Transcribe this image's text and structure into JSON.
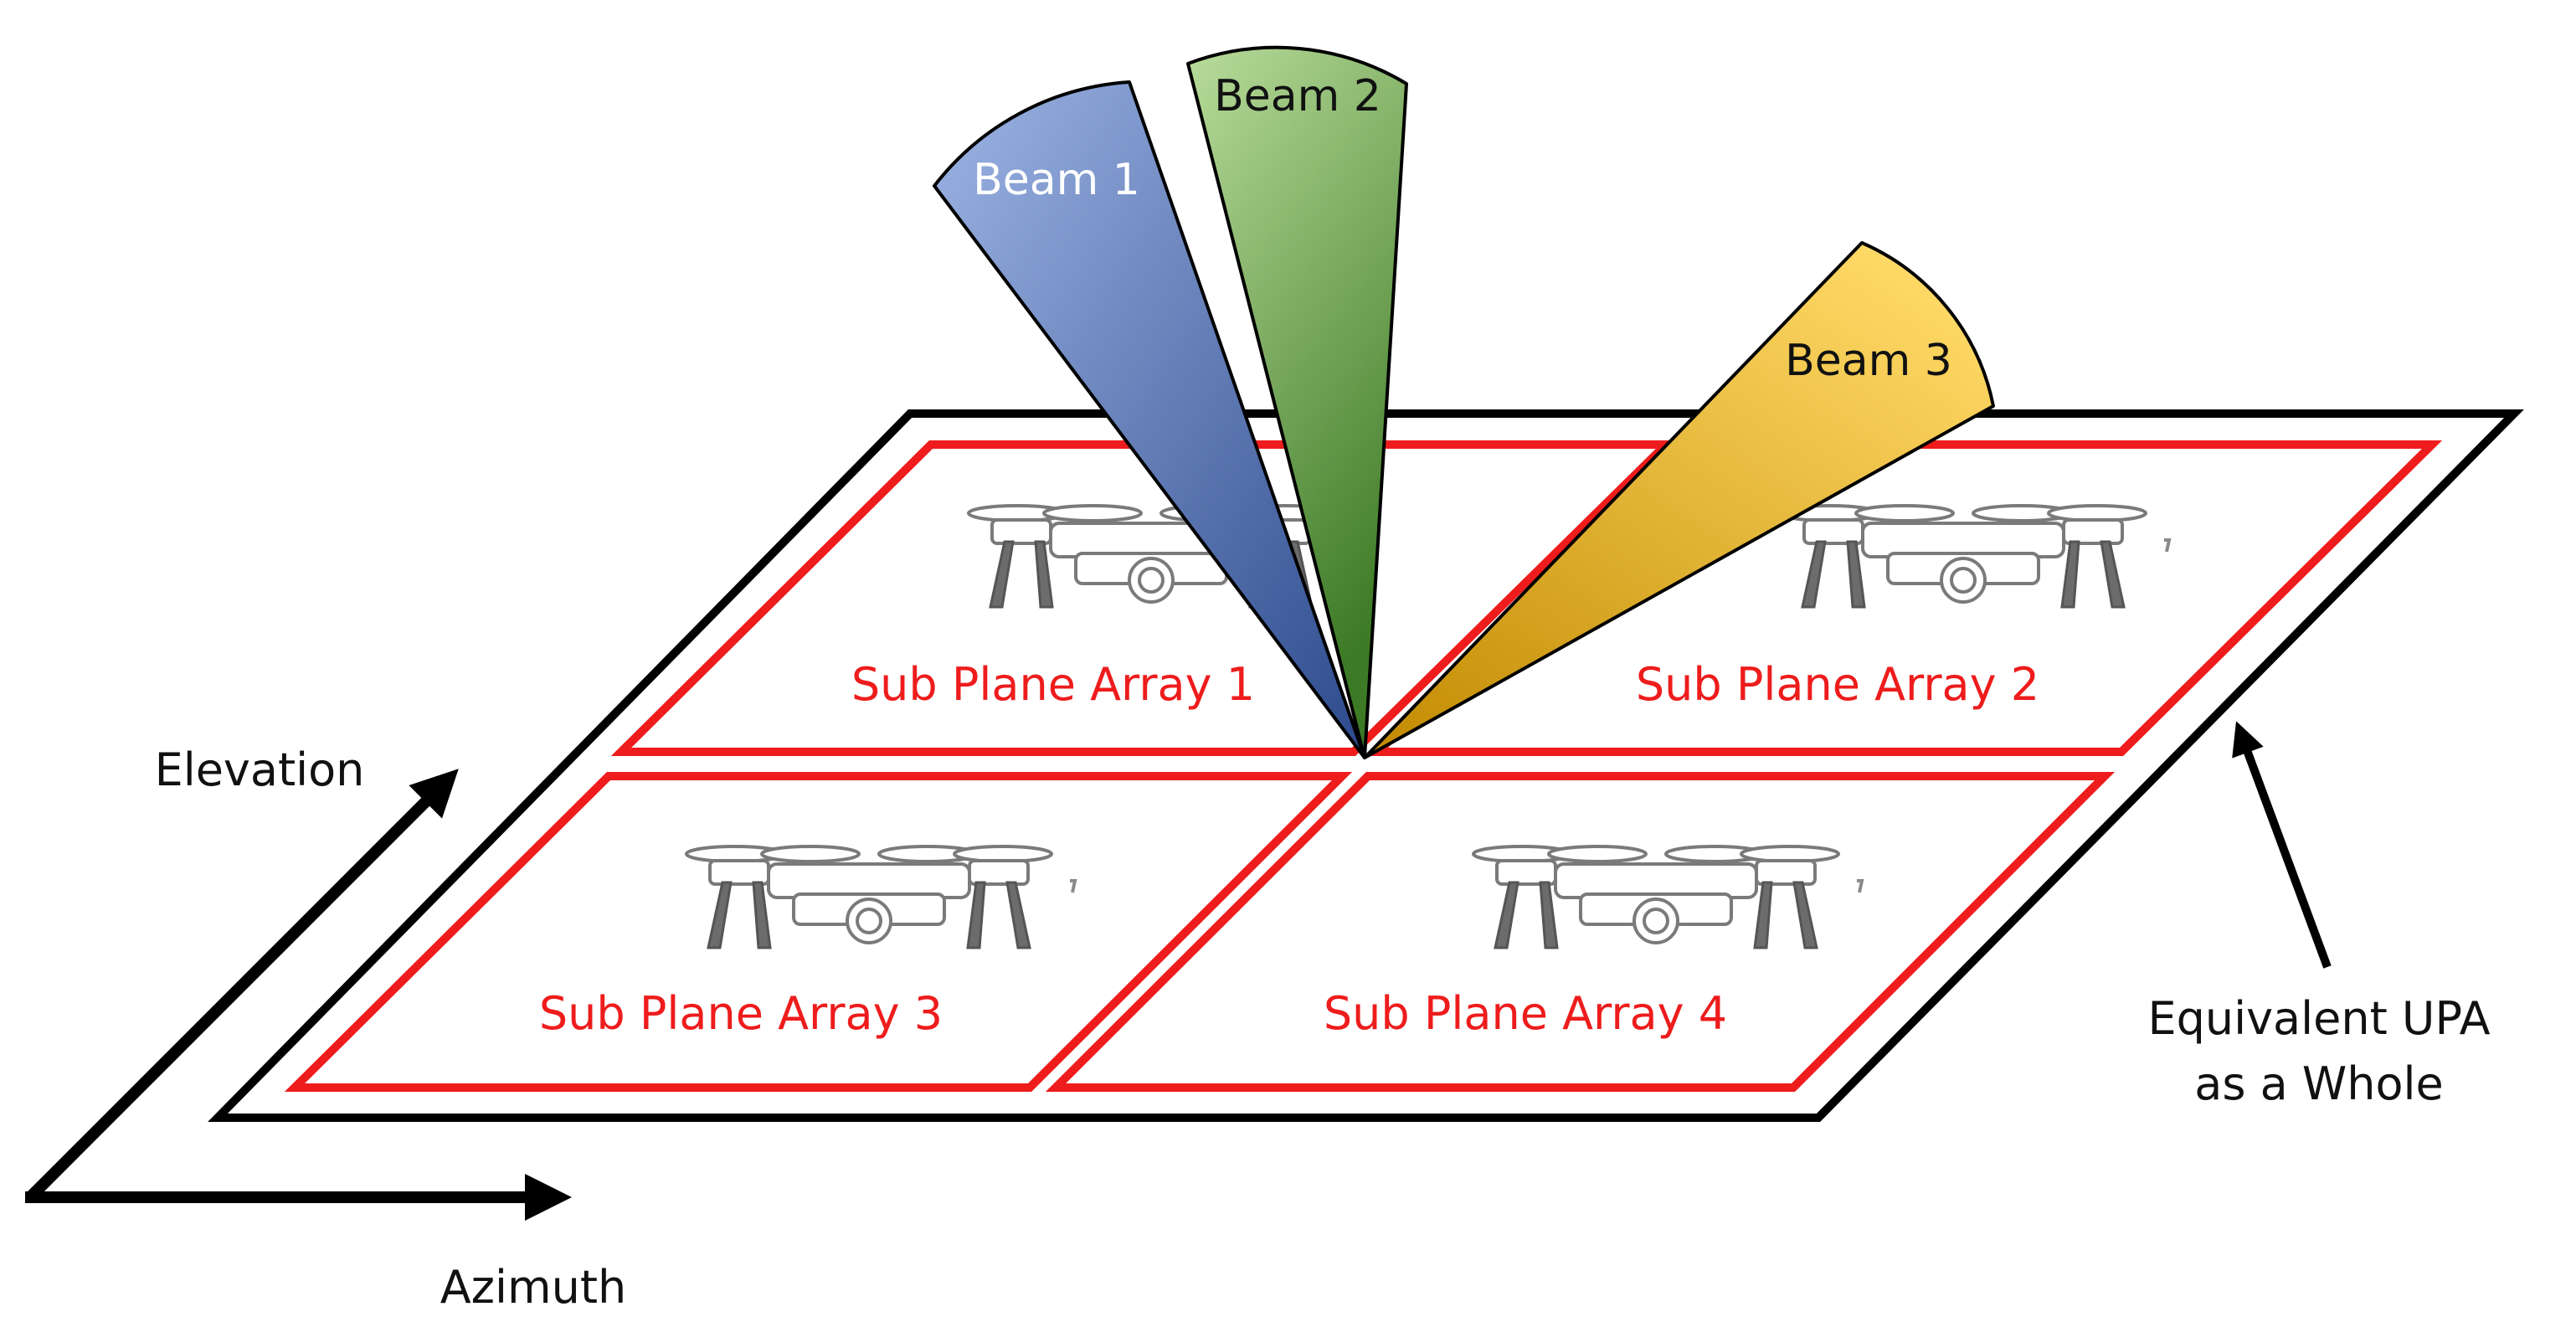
{
  "colors": {
    "outline": "#000000",
    "sub_array": "#ee1c1c",
    "sub_label": "#ee1c1c",
    "beam1_light": "#9db4e4",
    "beam1_dark": "#2c4a8c",
    "beam2_light": "#b9dc9b",
    "beam2_dark": "#3d7a25",
    "beam3_light": "#ffd966",
    "beam3_dark": "#c28a00"
  },
  "sub_arrays": [
    {
      "label": "Sub Plane Array 1"
    },
    {
      "label": "Sub Plane Array 2"
    },
    {
      "label": "Sub Plane Array 3"
    },
    {
      "label": "Sub Plane Array 4"
    }
  ],
  "beams": [
    {
      "label": "Beam 1",
      "label_color": "#ffffff"
    },
    {
      "label": "Beam 2",
      "label_color": "#111111"
    },
    {
      "label": "Beam 3",
      "label_color": "#111111"
    }
  ],
  "axes": {
    "elevation": "Elevation",
    "azimuth": "Azimuth"
  },
  "annotation": {
    "line1": "Equivalent UPA",
    "line2": "as a Whole"
  },
  "icons": {
    "drone": "quadcopter-drone-icon"
  }
}
